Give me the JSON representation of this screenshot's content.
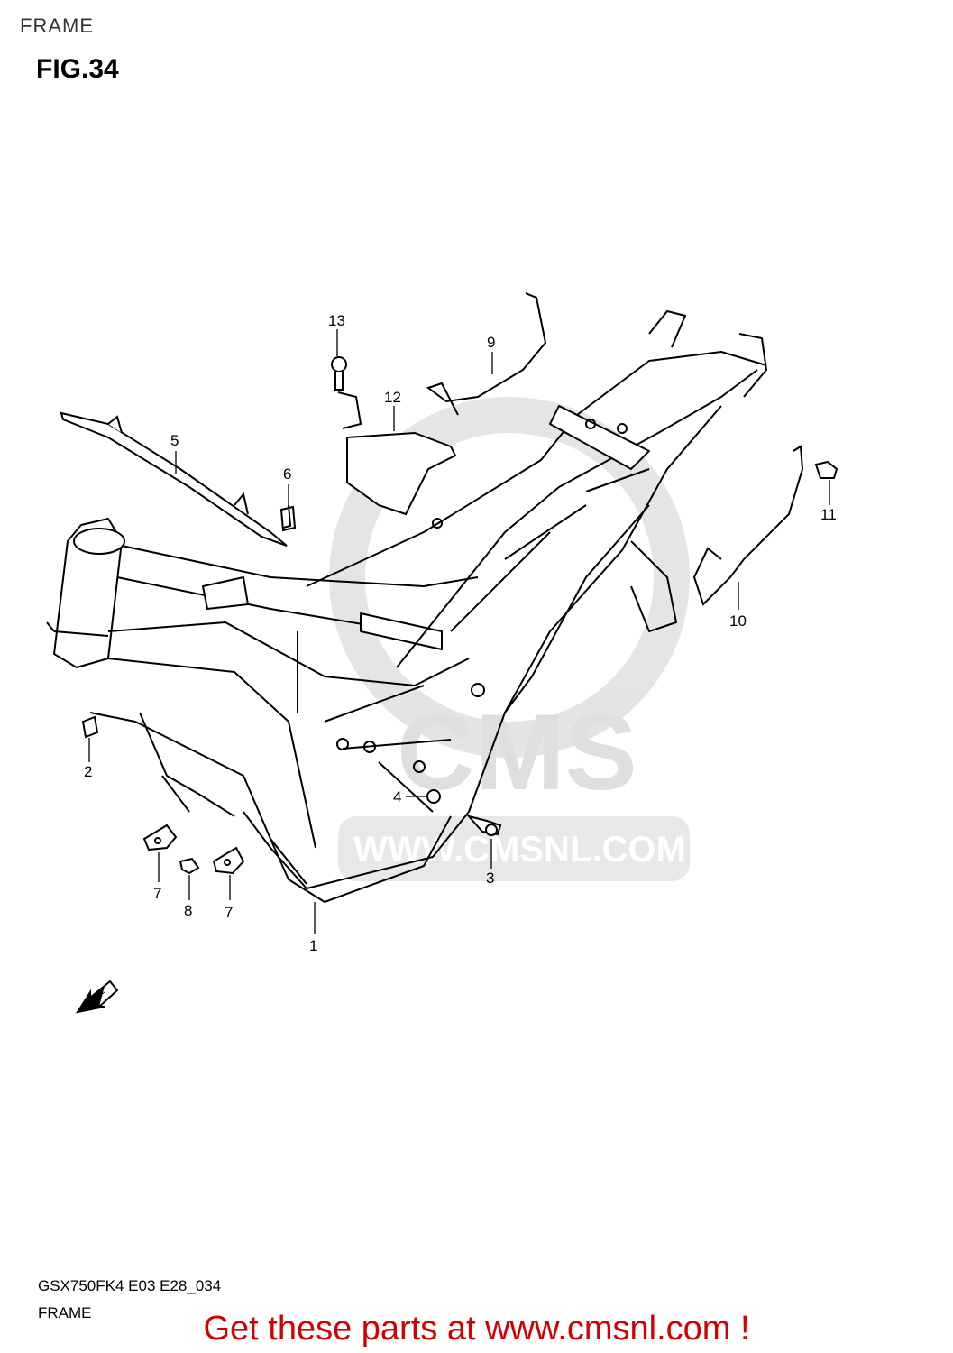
{
  "page": {
    "header_label": "FRAME",
    "figure_title": "FIG.34",
    "footer_code": "GSX750FK4 E03 E28_034",
    "footer_name": "FRAME",
    "promo_text": "Get these parts at www.cmsnl.com !",
    "promo_color": "#d40000"
  },
  "watermark": {
    "brand": "CMS",
    "url": "WWW.CMSNL.COM",
    "color": "#dcdcdc"
  },
  "fwd_arrow_label": "FWD",
  "callouts": [
    "1",
    "2",
    "3",
    "4",
    "5",
    "6",
    "7",
    "7",
    "8",
    "9",
    "10",
    "11",
    "12",
    "13"
  ]
}
